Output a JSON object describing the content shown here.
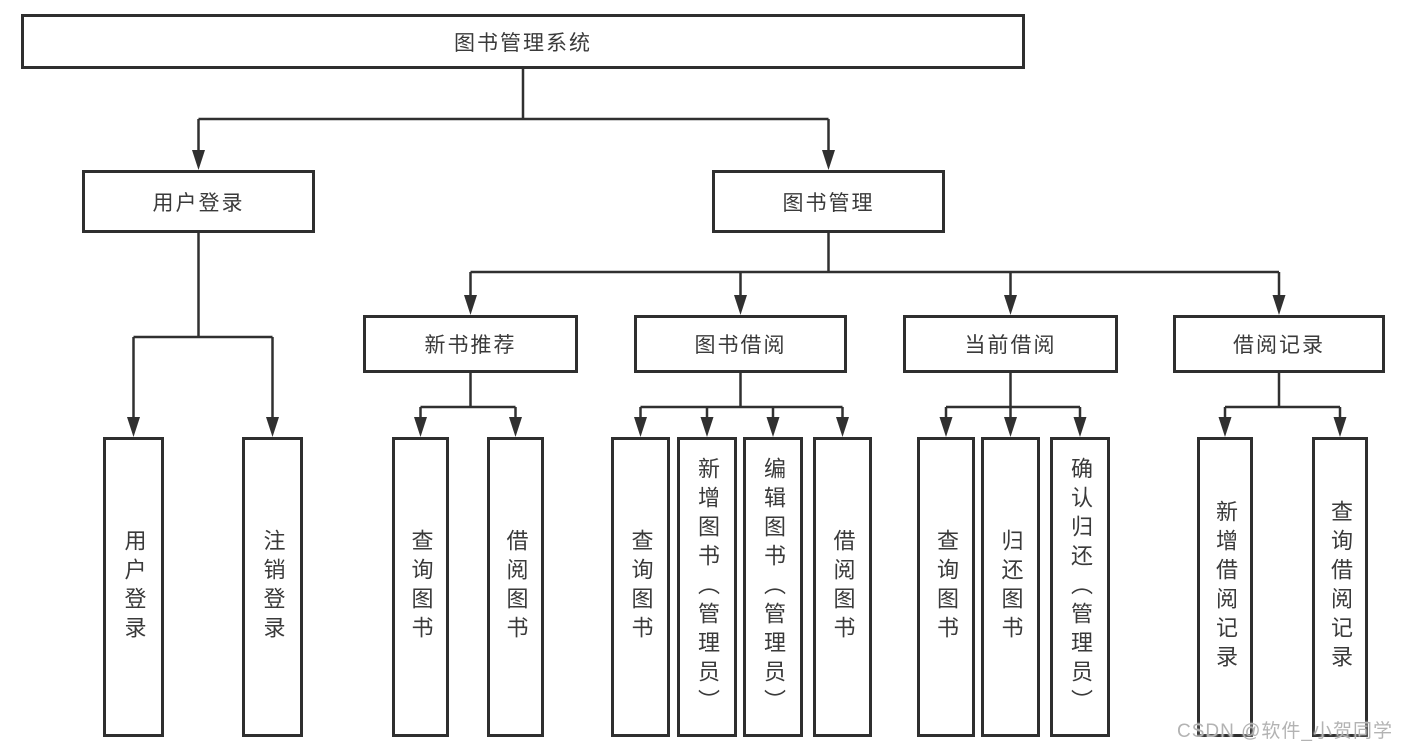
{
  "tree": {
    "root": {
      "label": "图书管理系统",
      "children": [
        {
          "label": "用户登录",
          "children": [
            {
              "label": "用户登录"
            },
            {
              "label": "注销登录"
            }
          ]
        },
        {
          "label": "图书管理",
          "children": [
            {
              "label": "新书推荐",
              "children": [
                {
                  "label": "查询图书"
                },
                {
                  "label": "借阅图书"
                }
              ]
            },
            {
              "label": "图书借阅",
              "children": [
                {
                  "label": "查询图书"
                },
                {
                  "label": "新增图书（管理员）"
                },
                {
                  "label": "编辑图书（管理员）"
                },
                {
                  "label": "借阅图书"
                }
              ]
            },
            {
              "label": "当前借阅",
              "children": [
                {
                  "label": "查询图书"
                },
                {
                  "label": "归还图书"
                },
                {
                  "label": "确认归还（管理员）"
                }
              ]
            },
            {
              "label": "借阅记录",
              "children": [
                {
                  "label": "新增借阅记录"
                },
                {
                  "label": "查询借阅记录"
                }
              ]
            }
          ]
        }
      ]
    }
  },
  "watermark": {
    "text": "CSDN @软件_小贺同学"
  },
  "colors": {
    "line": "#303030",
    "box_border": "#2f2f2f",
    "label_text": "#3a3a3a",
    "watermark": "#b3b3b3",
    "background": "#ffffff"
  }
}
